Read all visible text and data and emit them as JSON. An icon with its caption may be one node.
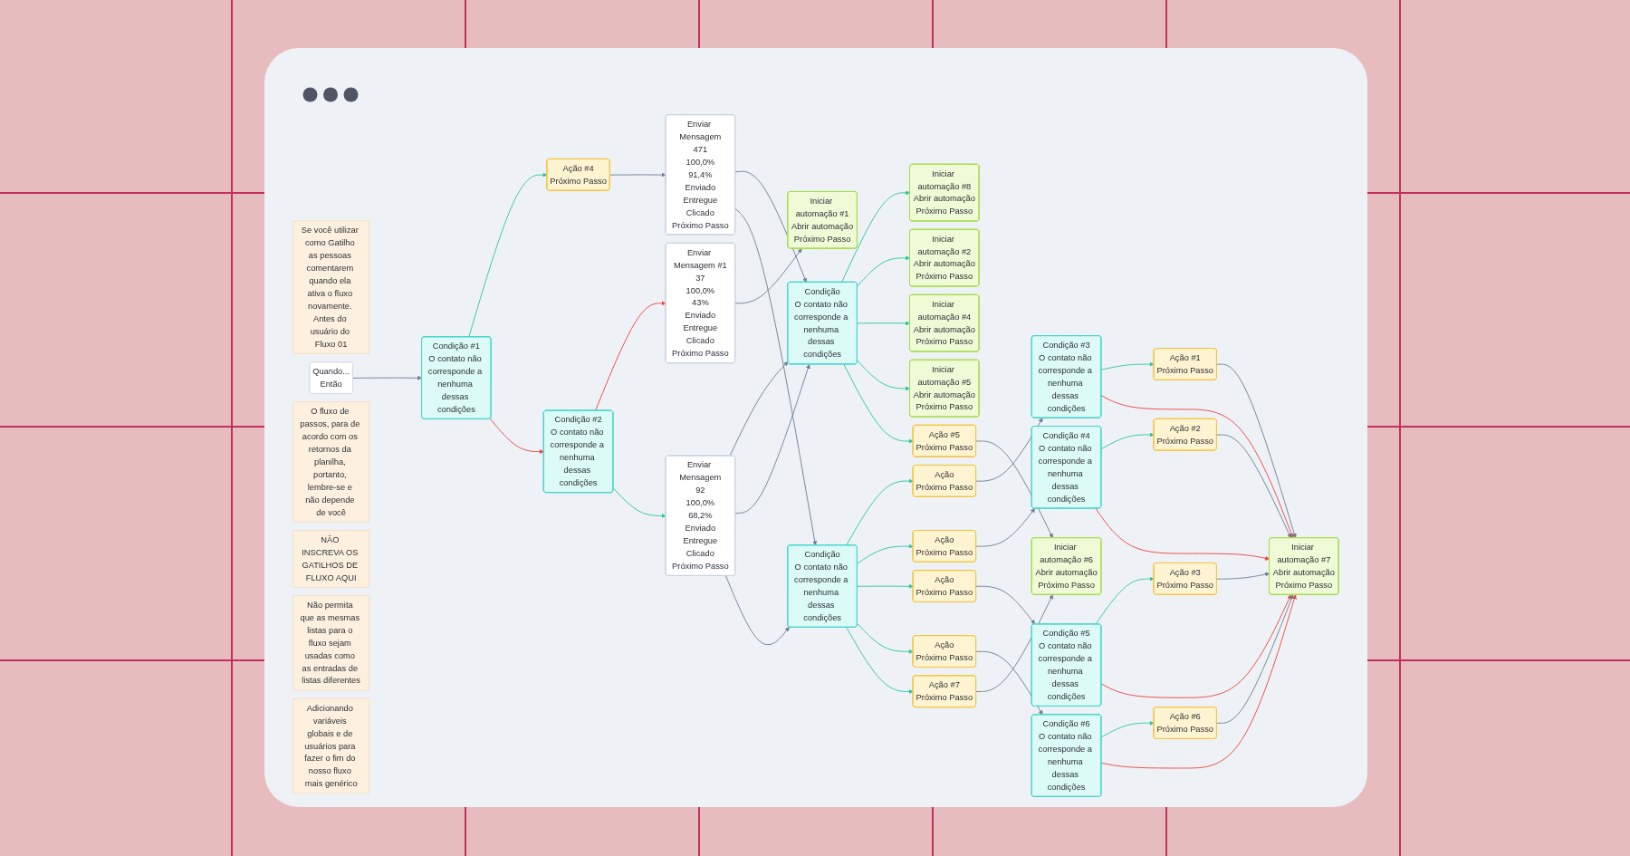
{
  "diagram": {
    "nodes": [
      {
        "text": [
          "Se você utilizar como Gatilho as pessoas comentarem quando ela ativa o fluxo novamente. Antes do usuário do Fluxo 01"
        ]
      },
      {
        "text": [
          "Quando...",
          "Então"
        ]
      },
      {
        "text": [
          "Ação #4",
          "Próximo Passo"
        ]
      },
      {
        "text": [
          "Condição #1",
          "O contato não corresponde a nenhuma dessas condições"
        ]
      },
      {
        "text": [
          "Condição #2",
          "O contato não corresponde a nenhuma dessas condições"
        ]
      },
      {
        "text": [
          "Enviar Mensagem #1",
          "37",
          "100,0%",
          "43%",
          "Enviado",
          "Entregue",
          "Clicado",
          "Próximo Passo"
        ]
      },
      {
        "text": [
          "Enviar Mensagem",
          "92",
          "100,0%",
          "68,2%",
          "Enviado",
          "Entregue",
          "Clicado",
          "Próximo Passo"
        ]
      },
      {
        "text": [
          "Enviar Mensagem",
          "471",
          "100,0%",
          "91,4%",
          "Enviado",
          "Entregue",
          "Clicado",
          "Próximo Passo"
        ]
      },
      {
        "text": [
          "O fluxo de passos, para de acordo com os retornos da planilha, portanto, lembre-se e não depende de você"
        ]
      },
      {
        "text": [
          "Iniciar automação #1",
          "Abrir automação",
          "Próximo Passo"
        ]
      },
      {
        "text": [
          "NÃO INSCREVA OS GATILHOS DE FLUXO AQUI"
        ]
      },
      {
        "text": [
          "Condição",
          "O contato não corresponde a nenhuma dessas condições"
        ]
      },
      {
        "text": [
          "Condição",
          "O contato não corresponde a nenhuma dessas condições"
        ]
      },
      {
        "text": [
          "Não permita que as mesmas listas para o fluxo sejam usadas como as entradas de listas diferentes"
        ]
      },
      {
        "text": [
          "Iniciar automação #8",
          "Abrir automação",
          "Próximo Passo"
        ]
      },
      {
        "text": [
          "Iniciar automação #4",
          "Abrir automação",
          "Próximo Passo"
        ]
      },
      {
        "text": [
          "Ação #5",
          "Próximo Passo"
        ]
      },
      {
        "text": [
          "Ação #7",
          "Próximo Passo"
        ]
      },
      {
        "text": [
          "Iniciar automação #2",
          "Abrir automação",
          "Próximo Passo"
        ]
      },
      {
        "text": [
          "Iniciar automação #5",
          "Abrir automação",
          "Próximo Passo"
        ]
      },
      {
        "text": [
          "Iniciar automação #6",
          "Abrir automação",
          "Próximo Passo"
        ]
      },
      {
        "text": [
          "Adicionando variáveis globais e de usuários para fazer o fim do nosso fluxo mais genérico"
        ]
      },
      {
        "text": [
          "Ação",
          "Próximo Passo"
        ]
      },
      {
        "text": [
          "Ação",
          "Próximo Passo"
        ]
      },
      {
        "text": [
          "Ação",
          "Próximo Passo"
        ]
      },
      {
        "text": [
          "Ação",
          "Próximo Passo"
        ]
      },
      {
        "text": [
          "Condição #3",
          "O contato não corresponde a nenhuma dessas condições"
        ]
      },
      {
        "text": [
          "Condição #4",
          "O contato não corresponde a nenhuma dessas condições"
        ]
      },
      {
        "text": [
          "Condição #5",
          "O contato não corresponde a nenhuma dessas condições"
        ]
      },
      {
        "text": [
          "Condição #6",
          "O contato não corresponde a nenhuma dessas condições"
        ]
      },
      {
        "text": [
          "Ação #1",
          "Próximo Passo"
        ]
      },
      {
        "text": [
          "Ação #2",
          "Próximo Passo"
        ]
      },
      {
        "text": [
          "Ação #3",
          "Próximo Passo"
        ]
      },
      {
        "text": [
          "Ação #6",
          "Próximo Passo"
        ]
      },
      {
        "text": [
          "Iniciar automação #7",
          "Abrir automação",
          "Próximo Passo"
        ]
      }
    ],
    "edges": [
      {
        "from": 1,
        "to": 3,
        "arrow": "to"
      },
      {
        "from": 3,
        "to": 2,
        "arrow": "to",
        "color": "#2fc5a0"
      },
      {
        "from": 3,
        "to": 4,
        "arrow": "to",
        "color": "#ef4444"
      },
      {
        "from": 4,
        "to": 5,
        "arrow": "to",
        "color": "#ef4444"
      },
      {
        "from": 4,
        "to": 6,
        "arrow": "to",
        "color": "#2fc5a0"
      },
      {
        "from": 2,
        "to": 7,
        "arrow": "to"
      },
      {
        "from": 5,
        "to": 9,
        "arrow": "to"
      },
      {
        "from": 6,
        "to": 11,
        "arrow": "to"
      },
      {
        "from": 6,
        "to": 11,
        "arrow": "to"
      },
      {
        "from": 6,
        "to": 12,
        "arrow": "to"
      },
      {
        "from": 7,
        "to": 11,
        "arrow": "to"
      },
      {
        "from": 7,
        "to": 12,
        "arrow": "to"
      },
      {
        "from": 11,
        "to": 14,
        "arrow": "to",
        "color": "#2fc5a0"
      },
      {
        "from": 11,
        "to": 18,
        "arrow": "to",
        "color": "#2fc5a0"
      },
      {
        "from": 11,
        "to": 15,
        "arrow": "to",
        "color": "#2fc5a0"
      },
      {
        "from": 11,
        "to": 19,
        "arrow": "to",
        "color": "#2fc5a0"
      },
      {
        "from": 11,
        "to": 16,
        "arrow": "to",
        "color": "#2fc5a0"
      },
      {
        "from": 16,
        "to": 20,
        "arrow": "to"
      },
      {
        "from": 17,
        "to": 20,
        "arrow": "to"
      },
      {
        "from": 12,
        "to": 22,
        "arrow": "to",
        "color": "#2fc5a0"
      },
      {
        "from": 12,
        "to": 23,
        "arrow": "to",
        "color": "#2fc5a0"
      },
      {
        "from": 12,
        "to": 24,
        "arrow": "to",
        "color": "#2fc5a0"
      },
      {
        "from": 12,
        "to": 25,
        "arrow": "to",
        "color": "#2fc5a0"
      },
      {
        "from": 12,
        "to": 17,
        "arrow": "to",
        "color": "#2fc5a0"
      },
      {
        "from": 22,
        "to": 26,
        "arrow": "to"
      },
      {
        "from": 23,
        "to": 27,
        "arrow": "to"
      },
      {
        "from": 24,
        "to": 28,
        "arrow": "to"
      },
      {
        "from": 25,
        "to": 29,
        "arrow": "to"
      },
      {
        "from": 26,
        "to": 30,
        "arrow": "to",
        "color": "#2fc5a0"
      },
      {
        "from": 27,
        "to": 31,
        "arrow": "to",
        "color": "#2fc5a0"
      },
      {
        "from": 28,
        "to": 32,
        "arrow": "to",
        "color": "#2fc5a0"
      },
      {
        "from": 29,
        "to": 33,
        "arrow": "to",
        "color": "#2fc5a0"
      },
      {
        "from": 26,
        "to": 34,
        "arrow": "to",
        "color": "#ef4444"
      },
      {
        "from": 27,
        "to": 34,
        "arrow": "to",
        "color": "#ef4444"
      },
      {
        "from": 28,
        "to": 34,
        "arrow": "to",
        "color": "#ef4444"
      },
      {
        "from": 29,
        "to": 34,
        "arrow": "to",
        "color": "#ef4444"
      },
      {
        "from": 30,
        "to": 34,
        "arrow": "to"
      },
      {
        "from": 31,
        "to": 34,
        "arrow": "to"
      },
      {
        "from": 32,
        "to": 34,
        "arrow": "to"
      },
      {
        "from": 33,
        "to": 34,
        "arrow": "to"
      }
    ]
  }
}
